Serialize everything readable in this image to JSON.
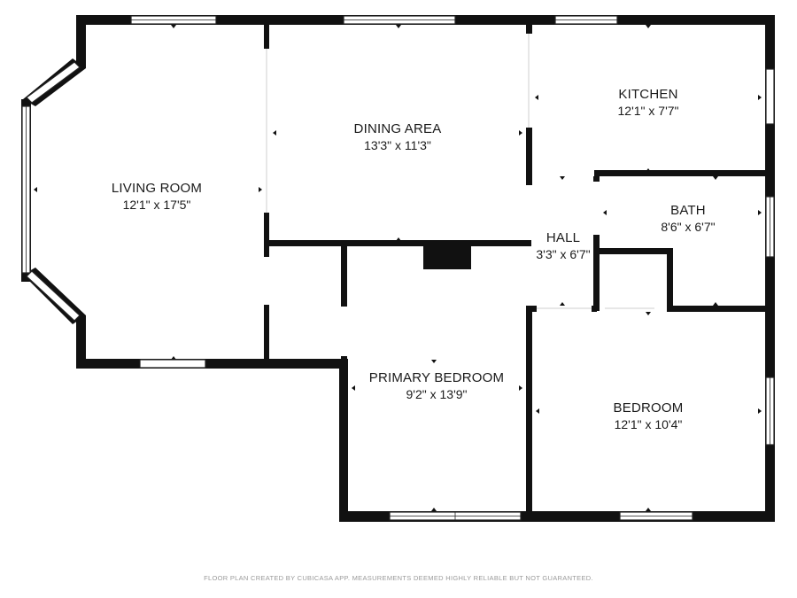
{
  "rooms": [
    {
      "id": "living-room",
      "name": "LIVING ROOM",
      "dims": "12'1\" x 17'5\""
    },
    {
      "id": "dining-area",
      "name": "DINING AREA",
      "dims": "13'3\" x 11'3\""
    },
    {
      "id": "kitchen",
      "name": "KITCHEN",
      "dims": "12'1\" x 7'7\""
    },
    {
      "id": "bath",
      "name": "BATH",
      "dims": "8'6\" x 6'7\""
    },
    {
      "id": "hall",
      "name": "HALL",
      "dims": "3'3\" x 6'7\""
    },
    {
      "id": "primary-bedroom",
      "name": "PRIMARY BEDROOM",
      "dims": "9'2\" x 13'9\""
    },
    {
      "id": "bedroom",
      "name": "BEDROOM",
      "dims": "12'1\" x 10'4\""
    }
  ],
  "footer": "FLOOR PLAN CREATED BY CUBICASA APP. MEASUREMENTS DEEMED HIGHLY RELIABLE BUT NOT GUARANTEED.",
  "colors": {
    "wall": "#111111",
    "footer_text": "#9a9a9a",
    "background": "#ffffff"
  }
}
